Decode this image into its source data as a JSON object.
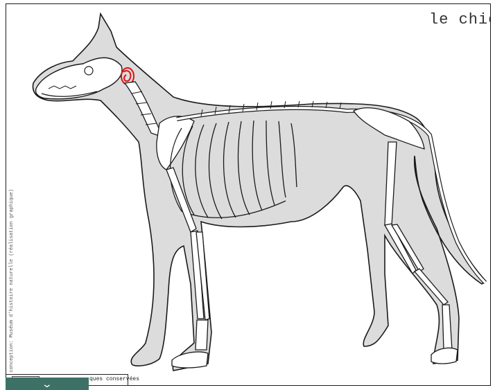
{
  "title": "le chie",
  "side_credit": "© conception: Muséum d'histoire naturelle (réalisation graphique)",
  "legend": {
    "text": "ques conservées"
  },
  "toggle": {
    "icon": "chevron-down-icon",
    "glyph": "⌄"
  },
  "colors": {
    "body_fill": "#dcdcdc",
    "outline": "#1a1a1a",
    "bone": "#ffffff",
    "highlight": "#e01010",
    "toggle_bg": "#3e7166"
  }
}
